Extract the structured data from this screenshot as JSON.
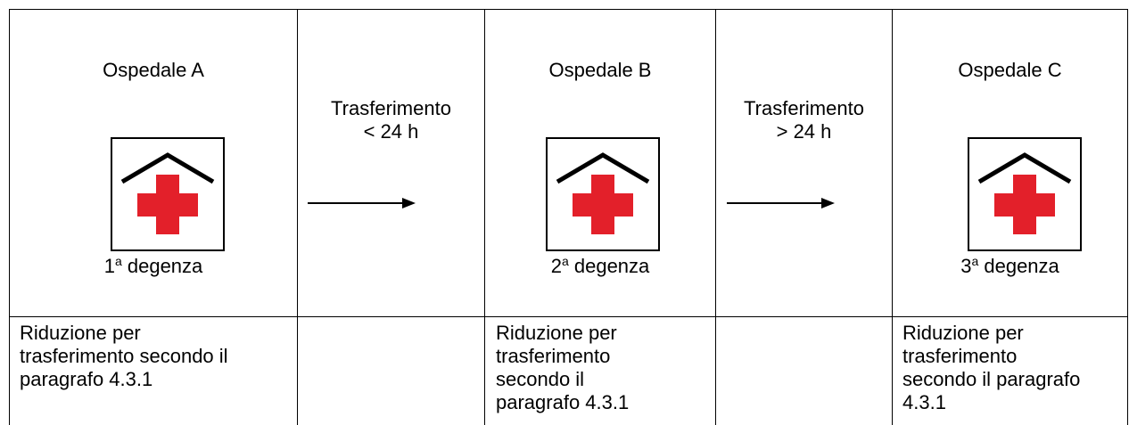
{
  "hospitals": [
    {
      "name": "Ospedale A",
      "stay_number": "1",
      "stay_suffix": "a",
      "stay_label": " degenza"
    },
    {
      "name": "Ospedale B",
      "stay_number": "2",
      "stay_suffix": "a",
      "stay_label": " degenza"
    },
    {
      "name": "Ospedale C",
      "stay_number": "3",
      "stay_suffix": "a",
      "stay_label": " degenza"
    }
  ],
  "transfers": [
    {
      "line1": "Trasferimento",
      "line2": "< 24 h"
    },
    {
      "line1": "Trasferimento",
      "line2": "> 24 h"
    }
  ],
  "notes": [
    {
      "lines": [
        "Riduzione per",
        "trasferimento secondo il",
        "paragrafo 4.3.1"
      ]
    },
    {
      "lines": [
        "Riduzione per",
        "trasferimento",
        "secondo il",
        "paragrafo 4.3.1"
      ]
    },
    {
      "lines": [
        "Riduzione per",
        "trasferimento",
        "secondo il paragrafo",
        "4.3.1"
      ]
    }
  ],
  "colors": {
    "border": "#000000",
    "cross": "#e3202a",
    "icon_roof": "#000000"
  },
  "icons": {
    "hospital": "hospital-icon",
    "arrow": "arrow-right-icon"
  }
}
